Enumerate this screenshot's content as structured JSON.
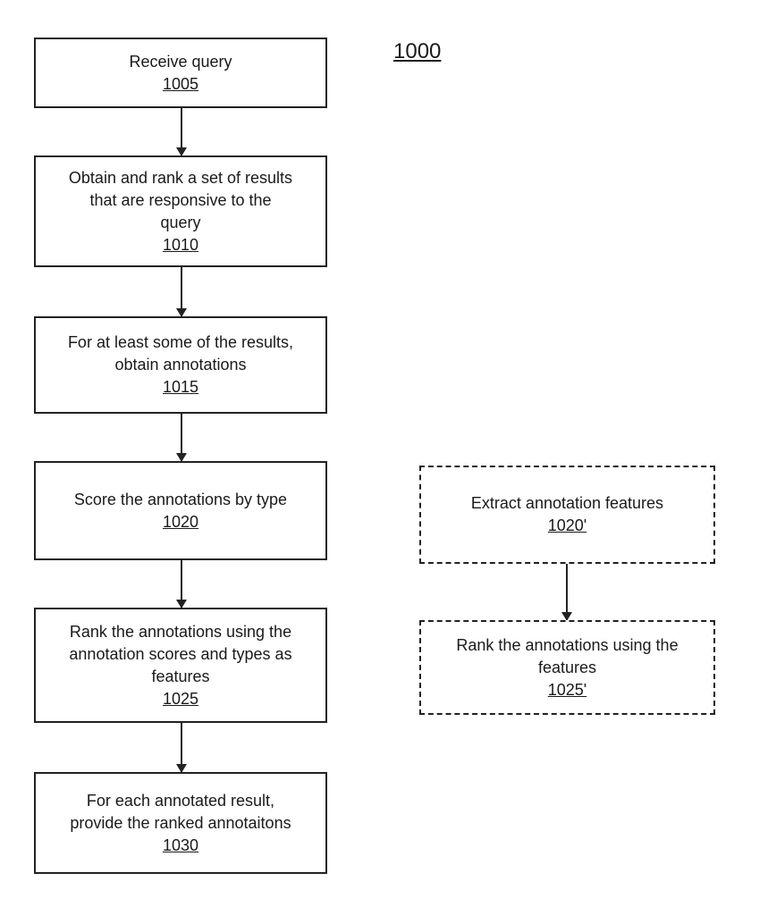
{
  "figure_ref": "1000",
  "steps": [
    {
      "lines": [
        "Receive query"
      ],
      "ref": "1005"
    },
    {
      "lines": [
        "Obtain and rank a set of results",
        "that are responsive to the",
        "query"
      ],
      "ref": "1010"
    },
    {
      "lines": [
        "For at least some of the results,",
        "obtain annotations"
      ],
      "ref": "1015"
    },
    {
      "lines": [
        "Score the annotations by type"
      ],
      "ref": "1020"
    },
    {
      "lines": [
        "Rank the annotations using the",
        "annotation scores and types as",
        "features"
      ],
      "ref": "1025"
    },
    {
      "lines": [
        "For each annotated result,",
        "provide the ranked annotaitons"
      ],
      "ref": "1030"
    }
  ],
  "alt_steps": [
    {
      "lines": [
        "Extract annotation features"
      ],
      "ref": "1020'"
    },
    {
      "lines": [
        "Rank the annotations using the",
        "features"
      ],
      "ref": "1025'"
    }
  ]
}
